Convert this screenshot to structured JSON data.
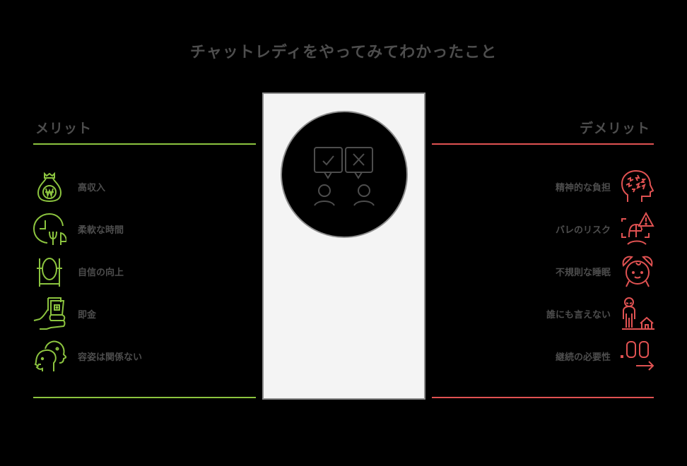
{
  "title": "チャットレディをやってみてわかったこと",
  "colors": {
    "background": "#000000",
    "text": "#4d4d4d",
    "merit_accent": "#8cc43f",
    "demerit_accent": "#e05252",
    "center_panel": "#f4f4f4",
    "center_border": "#8c8c8c"
  },
  "merits": {
    "heading": "メリット",
    "items": [
      {
        "label": "高収入",
        "icon": "money-bag-icon"
      },
      {
        "label": "柔軟な時間",
        "icon": "clock-meal-icon"
      },
      {
        "label": "自信の向上",
        "icon": "mirror-icon"
      },
      {
        "label": "即金",
        "icon": "hand-cash-icon"
      },
      {
        "label": "容姿は関係ない",
        "icon": "two-faces-icon"
      }
    ]
  },
  "demerits": {
    "heading": "デメリット",
    "items": [
      {
        "label": "精神的な負担",
        "icon": "stressed-head-icon"
      },
      {
        "label": "バレのリスク",
        "icon": "face-scan-warning-icon"
      },
      {
        "label": "不規則な睡眠",
        "icon": "alarm-clock-icon"
      },
      {
        "label": "誰にも言えない",
        "icon": "person-house-icon"
      },
      {
        "label": "継続の必要性",
        "icon": "continue-arrow-icon"
      }
    ]
  },
  "center": {
    "icon": "approve-reject-people-icon"
  }
}
